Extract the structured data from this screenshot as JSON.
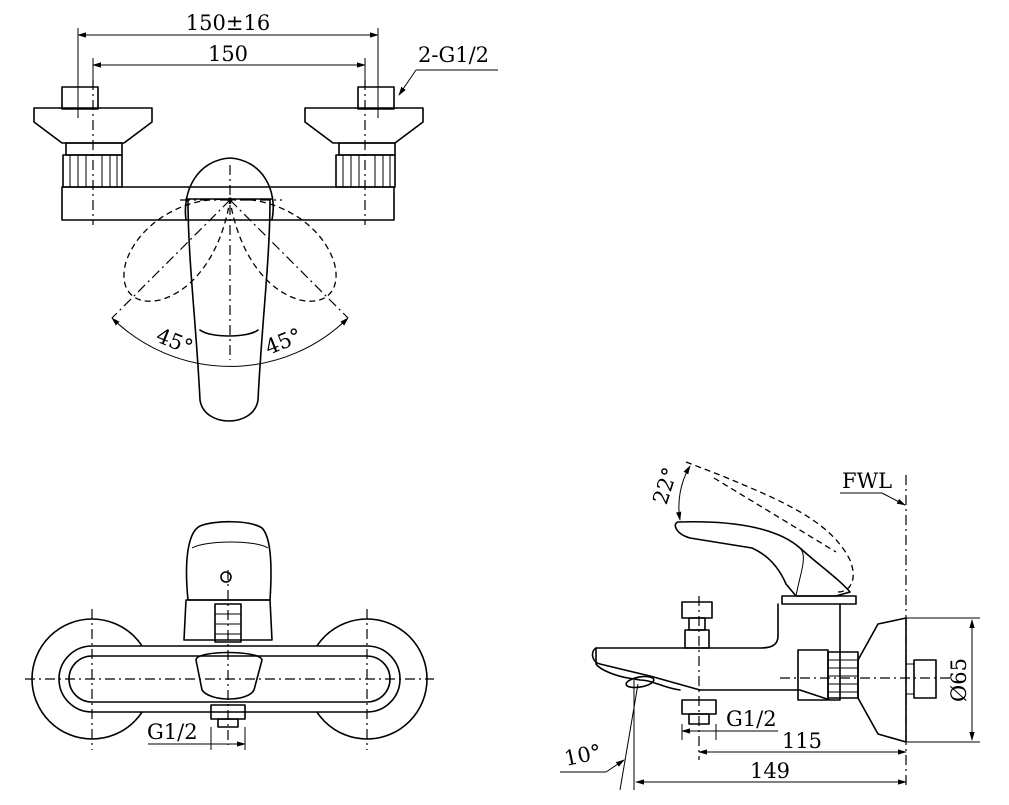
{
  "labels": {
    "top_pitch_tol": "150±16",
    "top_pitch": "150",
    "top_inlet": "2-G1/2",
    "angle_left": "45°",
    "angle_right": "45°",
    "front_thread": "G1/2",
    "side_angle_top": "22°",
    "side_fwl": "FWL",
    "side_diameter": "Ø65",
    "side_thread": "G1/2",
    "side_dim_115": "115",
    "side_dim_149": "149",
    "side_angle_bottom": "10°"
  }
}
